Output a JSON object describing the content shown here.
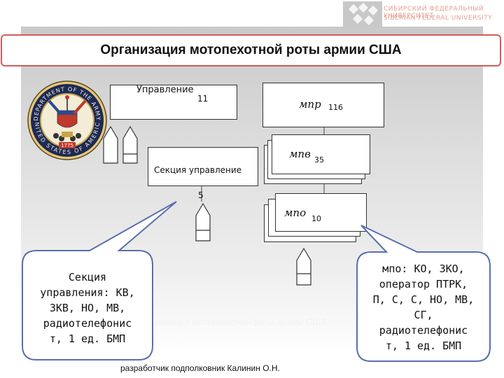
{
  "title": "Организация  мотопехотной роты армии США",
  "logo": {
    "line1": "СИБИРСКИЙ ФЕДЕРАЛЬНЫЙ УНИВЕРСИТЕТ",
    "line2": "SIBERIAN FEDERAL UNIVERSITY"
  },
  "emblem": {
    "top_text": "DEPARTMENT OF THE ARMY",
    "bottom_text": "UNITED STATES OF AMERICA",
    "year": "1775"
  },
  "units": {
    "upravlenie": {
      "label": "Управление",
      "count": "11"
    },
    "mpr": {
      "label": "мпр",
      "count": "116"
    },
    "mpv": {
      "label": "мпв",
      "count": "35"
    },
    "sektsiya": {
      "label": "Секция управление",
      "count": "5"
    },
    "mpo": {
      "label": "мпо",
      "count": "10"
    }
  },
  "left_callout": [
    "Секция",
    "управления: КВ,",
    "ЗКВ, НО, МВ,",
    "радиотелефонис",
    "т, 1 ед. БМП"
  ],
  "right_callout": [
    "мпо: КО, ЗКО,",
    "оператор ПТРК,",
    "П, С, С,  НО, МВ,",
    "СГ,",
    "радиотелефонис",
    "т, 1 ед. БМП"
  ],
  "watermark": "низация мотопехотной роты армии США",
  "footer": "разработчик  подполковник Калинин О.Н.",
  "colors": {
    "title_border": "#d35b5b",
    "callout_border": "#5a6fb0",
    "logo_text": "#e2a090"
  }
}
